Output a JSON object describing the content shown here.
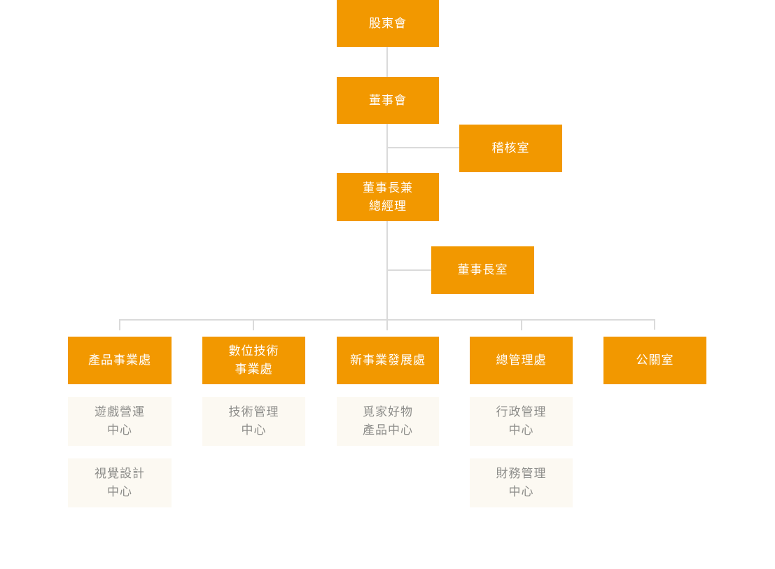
{
  "org_chart": {
    "colors": {
      "department_box": "#F29800",
      "department_text": "#FFFFFF",
      "subunit_box": "#FCF9F2",
      "subunit_text": "#8D8D8A",
      "connector_line": "#DADADA",
      "background": "#FFFFFF"
    },
    "nodes": {
      "shareholders_meeting": "股東會",
      "board_of_directors": "董事會",
      "audit_office": "稽核室",
      "chairman_and_general_manager": "董事長兼\n總經理",
      "chairman_office": "董事長室",
      "product_business_division": "產品事業處",
      "digital_technology_business_division": "數位技術\n事業處",
      "new_business_development_division": "新事業發展處",
      "general_management_division": "總管理處",
      "public_relations_office": "公關室",
      "game_operations_center": "遊戲營運\n中心",
      "visual_design_center": "視覺設計\n中心",
      "technology_management_center": "技術管理\n中心",
      "mijia_goods_product_center": "覓家好物\n產品中心",
      "administration_management_center": "行政管理\n中心",
      "finance_management_center": "財務管理\n中心"
    },
    "hierarchy": [
      {
        "parent": "股東會",
        "child": "董事會"
      },
      {
        "parent": "董事會",
        "child": "稽核室"
      },
      {
        "parent": "董事會",
        "child": "董事長兼總經理"
      },
      {
        "parent": "董事長兼總經理",
        "child": "董事長室"
      },
      {
        "parent": "董事長兼總經理",
        "child": "產品事業處"
      },
      {
        "parent": "董事長兼總經理",
        "child": "數位技術事業處"
      },
      {
        "parent": "董事長兼總經理",
        "child": "新事業發展處"
      },
      {
        "parent": "董事長兼總經理",
        "child": "總管理處"
      },
      {
        "parent": "董事長兼總經理",
        "child": "公關室"
      },
      {
        "parent": "產品事業處",
        "child": "遊戲營運中心"
      },
      {
        "parent": "產品事業處",
        "child": "視覺設計中心"
      },
      {
        "parent": "數位技術事業處",
        "child": "技術管理中心"
      },
      {
        "parent": "新事業發展處",
        "child": "覓家好物產品中心"
      },
      {
        "parent": "總管理處",
        "child": "行政管理中心"
      },
      {
        "parent": "總管理處",
        "child": "財務管理中心"
      }
    ]
  }
}
